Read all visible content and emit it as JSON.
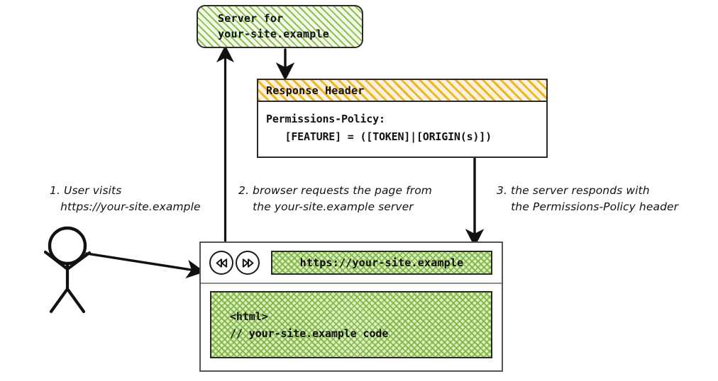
{
  "diagram": {
    "title": "Permissions-Policy response header flow",
    "colors": {
      "green_hatch": "#8dc24a",
      "green_fill": "#ddf0c2",
      "yellow_hatch": "#f0b429",
      "yellow_fill": "#fdf3dc",
      "stroke": "#2b2b2b",
      "browser_stroke": "#545454"
    }
  },
  "server": {
    "line1": "Server for",
    "line2": "your-site.example"
  },
  "response_header": {
    "title": "Response Header",
    "line1": "Permissions-Policy:",
    "line2": "   [FEATURE] = ([TOKEN]|[ORIGIN(s)])"
  },
  "browser": {
    "back_icon": "rewind-icon",
    "forward_icon": "fast-forward-icon",
    "address_value": "https://your-site.example",
    "content_line1": "<html>",
    "content_line2": "// your-site.example code"
  },
  "actor": {
    "name": "stick-figure-user"
  },
  "captions": {
    "step1": "1. User visits\n   https://your-site.example",
    "step2": "2. browser requests the page from\n    the your-site.example server",
    "step3": "3. the server responds with\n    the Permissions-Policy header"
  },
  "arrows": {
    "user_to_browser": "user clicks / visits",
    "browser_to_server": "request",
    "server_to_header": "emits header",
    "header_to_browser": "response delivered"
  }
}
